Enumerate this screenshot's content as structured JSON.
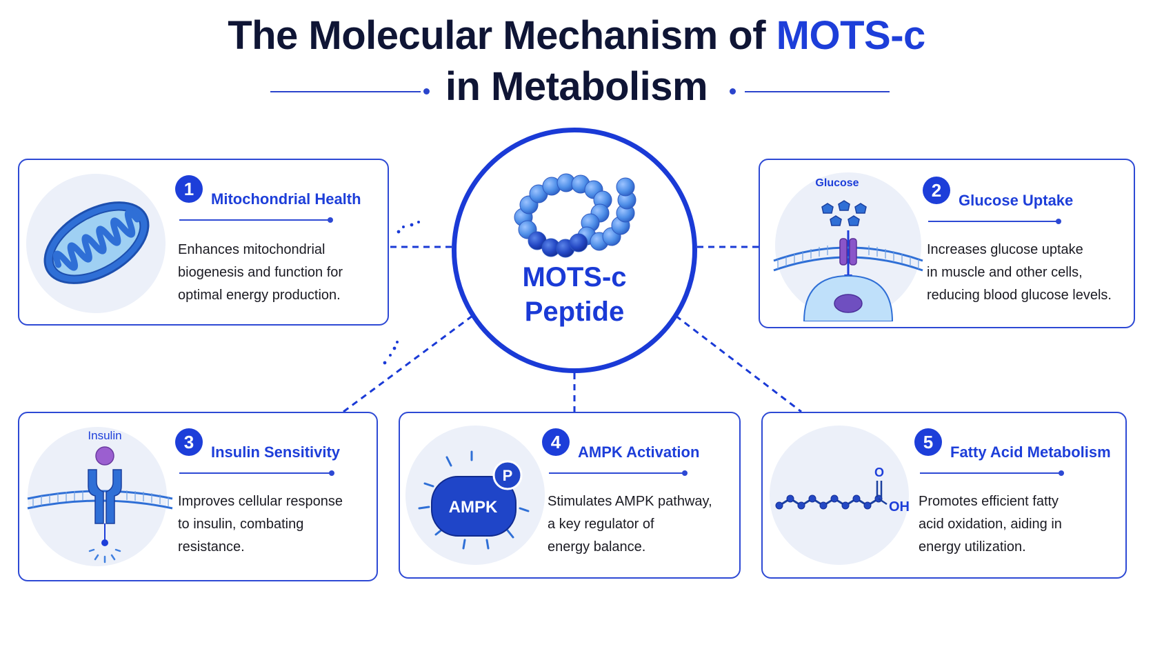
{
  "title": {
    "line1_prefix": "The Molecular Mechanism of ",
    "line1_highlight": "MOTS-c",
    "line2": "in Metabolism"
  },
  "hub": {
    "line1": "MOTS-c",
    "line2": "Peptide"
  },
  "cards": [
    {
      "number": "1",
      "heading": "Mitochondrial Health",
      "icon": "mitochondrion-icon",
      "body": [
        "Enhances mitochondrial",
        "biogenesis and function for",
        "optimal energy production."
      ]
    },
    {
      "number": "2",
      "heading": "Glucose Uptake",
      "icon": "glucose-transporter-icon",
      "icon_label": "Glucose",
      "body": [
        "Increases glucose uptake",
        "in muscle and other cells,",
        "reducing blood glucose levels."
      ]
    },
    {
      "number": "3",
      "heading": "Insulin Sensitivity",
      "icon": "insulin-receptor-icon",
      "icon_label": "Insulin",
      "body": [
        "Improves cellular response",
        "to insulin, combating",
        "resistance."
      ]
    },
    {
      "number": "4",
      "heading": "AMPK Activation",
      "icon": "ampk-enzyme-icon",
      "icon_label": "AMPK",
      "icon_badge": "P",
      "body": [
        "Stimulates AMPK pathway,",
        "a key regulator of",
        "energy balance."
      ]
    },
    {
      "number": "5",
      "heading": "Fatty Acid Metabolism",
      "icon": "fatty-acid-chain-icon",
      "icon_label": "OH",
      "icon_label_top": "O",
      "body": [
        "Promotes efficient fatty",
        "acid oxidation, aiding in",
        "energy utilization."
      ]
    }
  ],
  "colors": {
    "accent": "#1d3ed9",
    "title": "#0f1535",
    "icon_fill": "#3f7fe0",
    "halo": "#ecf0f9",
    "receptor_purple": "#8a55c9"
  }
}
